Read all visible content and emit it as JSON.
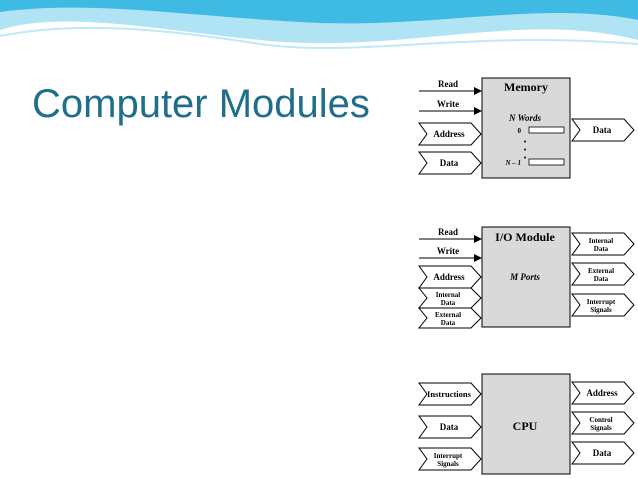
{
  "slide": {
    "title": "Computer Modules",
    "colors": {
      "title": "#1f6f8b",
      "wave_dark": "#2bb3de",
      "wave_light": "#8fd8f0",
      "box_fill": "#d9d9d9"
    }
  },
  "memory": {
    "title": "Memory",
    "inputs": [
      "Read",
      "Write",
      "Address",
      "Data"
    ],
    "words_label": "N Words",
    "first_index": "0",
    "dots": [
      "•",
      "•",
      "•"
    ],
    "last_index": "N – 1",
    "output": "Data"
  },
  "io": {
    "title": "I/O Module",
    "ports_label": "M Ports",
    "inputs": {
      "read": "Read",
      "write": "Write",
      "address": "Address",
      "internal": [
        "Internal",
        "Data"
      ],
      "external": [
        "External",
        "Data"
      ]
    },
    "outputs": {
      "internal": [
        "Internal",
        "Data"
      ],
      "external": [
        "External",
        "Data"
      ],
      "interrupt": [
        "Interrupt",
        "Signals"
      ]
    }
  },
  "cpu": {
    "title": "CPU",
    "inputs": {
      "instructions": "Instructions",
      "data": "Data",
      "interrupt": [
        "Interrupt",
        "Signals"
      ]
    },
    "outputs": {
      "address": "Address",
      "control": [
        "Control",
        "Signals"
      ],
      "data": "Data"
    }
  }
}
